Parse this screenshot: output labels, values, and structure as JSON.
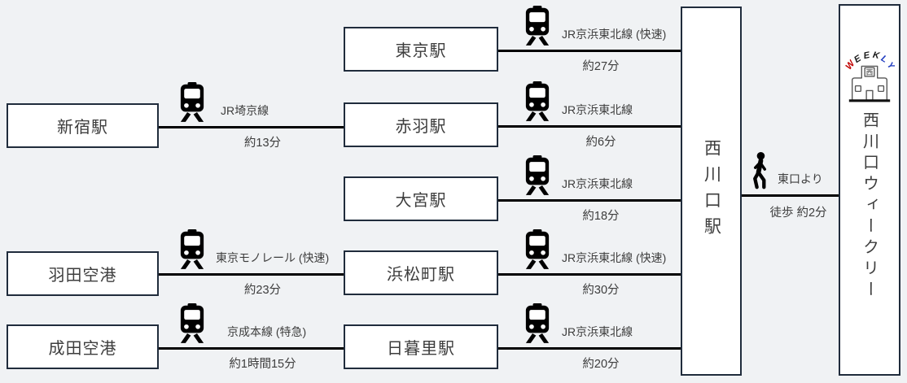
{
  "diagram": {
    "left_stations": [
      {
        "name": "新宿駅"
      },
      {
        "name": "羽田空港"
      },
      {
        "name": "成田空港"
      }
    ],
    "middle_stations": [
      {
        "name": "東京駅"
      },
      {
        "name": "赤羽駅"
      },
      {
        "name": "大宮駅"
      },
      {
        "name": "浜松町駅"
      },
      {
        "name": "日暮里駅"
      }
    ],
    "left_routes": [
      {
        "line_name": "JR埼京線",
        "duration": "約13分"
      },
      {
        "line_name": "東京モノレール (快速)",
        "duration": "約23分"
      },
      {
        "line_name": "京成本線 (特急)",
        "duration": "約1時間15分"
      }
    ],
    "middle_routes": [
      {
        "line_name": "JR京浜東北線 (快速)",
        "duration": "約27分"
      },
      {
        "line_name": "JR京浜東北線",
        "duration": "約6分"
      },
      {
        "line_name": "JR京浜東北線",
        "duration": "約18分"
      },
      {
        "line_name": "JR京浜東北線 (快速)",
        "duration": "約30分"
      },
      {
        "line_name": "JR京浜東北線",
        "duration": "約20分"
      }
    ],
    "hub_station": {
      "name": "西川口駅"
    },
    "walk_route": {
      "label": "東口より",
      "duration": "徒歩 約2分"
    },
    "destination": {
      "name": "西川口ウィークリー",
      "logo_letters": [
        "W",
        "E",
        "E",
        "K",
        "L",
        "Y"
      ],
      "logo_sign": "西"
    }
  },
  "colors": {
    "background": "#f0f2f4",
    "box_border": "#202c3c",
    "route_line": "#000000",
    "text": "#3d3d3d",
    "logo_red": "#c00000",
    "logo_blue": "#1f3bc0"
  }
}
